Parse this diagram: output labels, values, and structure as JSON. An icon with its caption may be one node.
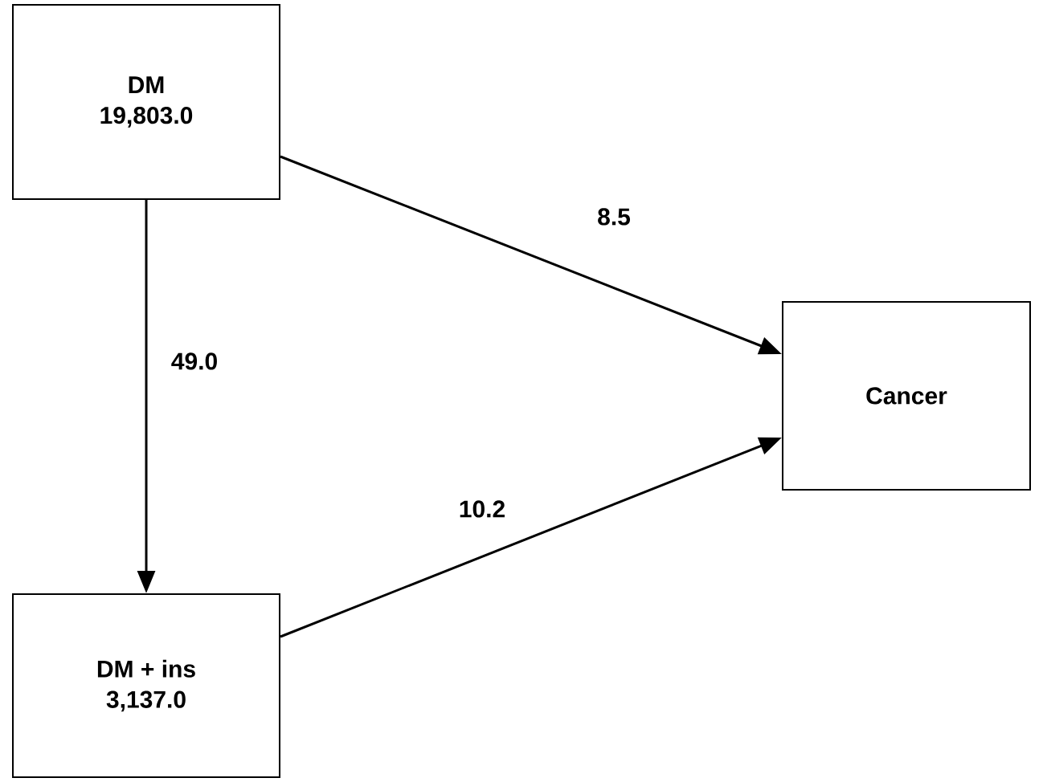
{
  "diagram": {
    "nodes": [
      {
        "text": [
          "DM",
          "19,803.0"
        ]
      },
      {
        "text": [
          "DM + ins",
          "3,137.0"
        ]
      },
      {
        "text": [
          "Cancer"
        ]
      }
    ],
    "edges": [
      {
        "from": 0,
        "to": 2,
        "arrow": "to",
        "label": "8.5"
      },
      {
        "from": 0,
        "to": 1,
        "arrow": "to",
        "label": "49.0"
      },
      {
        "from": 1,
        "to": 2,
        "arrow": "to",
        "label": "10.2"
      }
    ]
  }
}
